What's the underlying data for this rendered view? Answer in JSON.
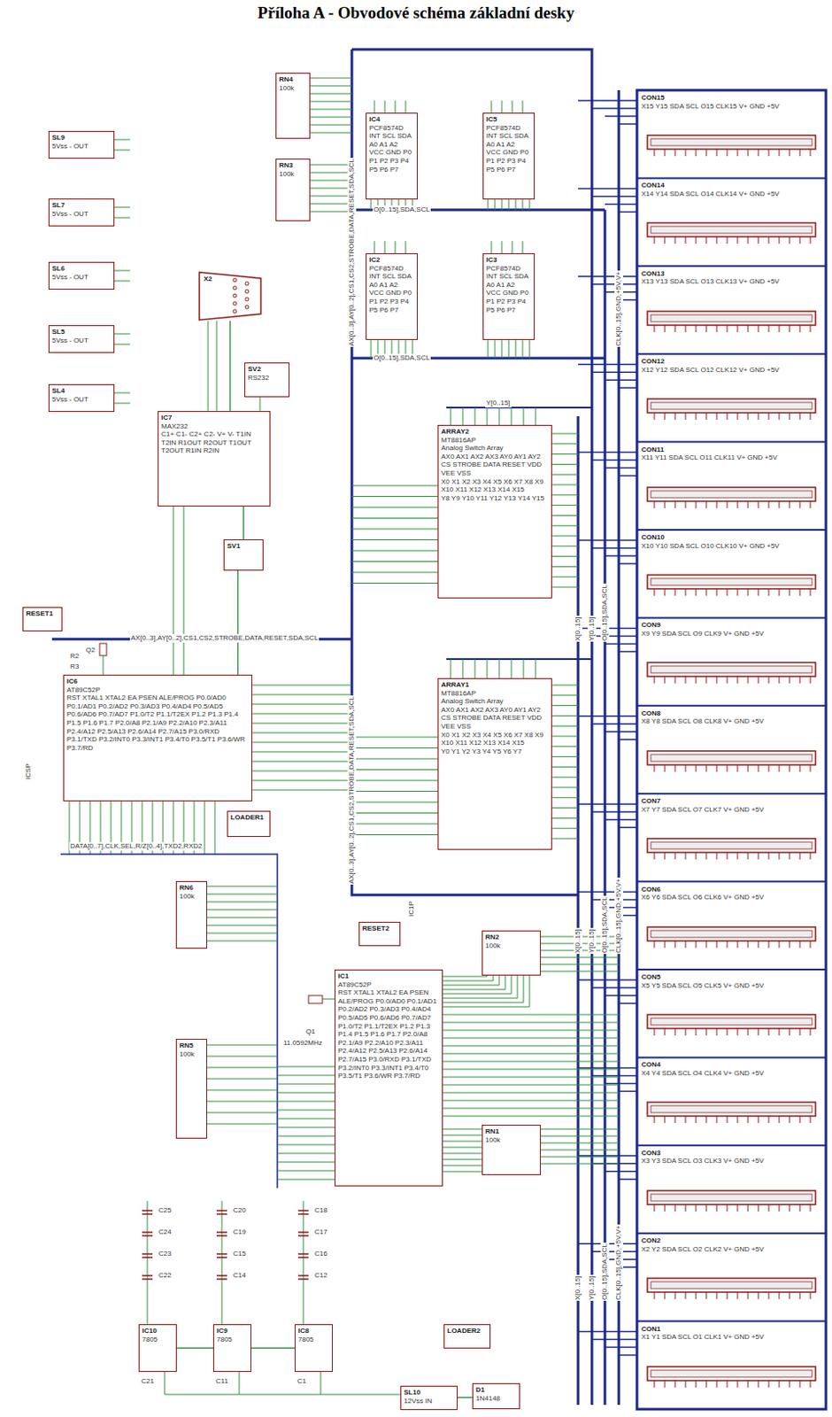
{
  "diagram": {
    "title": "Příloha A - Obvodové schéma základní desky",
    "nodes": [
      {
        "text": [
          "RN4",
          "100k"
        ]
      },
      {
        "text": [
          "RN3",
          "100k"
        ]
      },
      {
        "text": [
          "SL9",
          "5Vss - OUT"
        ]
      },
      {
        "text": [
          "SL7",
          "5Vss - OUT"
        ]
      },
      {
        "text": [
          "SL6",
          "5Vss - OUT"
        ]
      },
      {
        "text": [
          "SL5",
          "5Vss - OUT"
        ]
      },
      {
        "text": [
          "SL4",
          "5Vss - OUT"
        ]
      },
      {
        "text": [
          "IC4",
          "PCF8574D",
          "INT SCL SDA A0 A1 A2 VCC GND P0 P1 P2 P3 P4 P5 P6 P7"
        ]
      },
      {
        "text": [
          "IC5",
          "PCF8574D",
          "INT SCL SDA A0 A1 A2 VCC GND P0 P1 P2 P3 P4 P5 P6 P7"
        ]
      },
      {
        "text": [
          "IC2",
          "PCF8574D",
          "INT SCL SDA A0 A1 A2 VCC GND P0 P1 P2 P3 P4 P5 P6 P7"
        ]
      },
      {
        "text": [
          "IC3",
          "PCF8574D",
          "INT SCL SDA A0 A1 A2 VCC GND P0 P1 P2 P3 P4 P5 P6 P7"
        ]
      },
      {
        "text": [
          "X2"
        ]
      },
      {
        "text": [
          "SV2",
          "RS232"
        ]
      },
      {
        "text": [
          "IC7",
          "MAX232",
          "C1+ C1- C2+ C2- V+ V- T1IN T2IN R1OUT R2OUT T1OUT T2OUT R1IN R2IN"
        ]
      },
      {
        "text": [
          "SV1"
        ]
      },
      {
        "text": [
          "ARRAY2",
          "MT8816AP",
          "Analog Switch Array",
          "AX0 AX1 AX2 AX3 AY0 AY1 AY2 CS STROBE DATA RESET VDD VEE VSS",
          "X0 X1 X2 X3 X4 X5 X6 X7 X8 X9 X10 X11 X12 X13 X14 X15",
          "Y8 Y9 Y10 Y11 Y12 Y13 Y14 Y15"
        ]
      },
      {
        "text": [
          "RESET1"
        ]
      },
      {
        "text": [
          "IC6",
          "AT89C52P",
          "RST XTAL1 XTAL2 EA PSEN ALE/PROG P0.0/AD0 P0.1/AD1 P0.2/AD2 P0.3/AD3 P0.4/AD4 P0.5/AD5 P0.6/AD6 P0.7/AD7 P1.0/T2 P1.1/T2EX P1.2 P1.3 P1.4 P1.5 P1.6 P1.7 P2.0/A8 P2.1/A9 P2.2/A10 P2.3/A11 P2.4/A12 P2.5/A13 P2.6/A14 P2.7/A15 P3.0/RXD P3.1/TXD P3.2/INT0 P3.3/INT1 P3.4/T0 P3.5/T1 P3.6/WR P3.7/RD"
        ]
      },
      {
        "text": [
          "ARRAY1",
          "MT8816AP",
          "Analog Switch Array",
          "AX0 AX1 AX2 AX3 AY0 AY1 AY2 CS STROBE DATA RESET VDD VEE VSS",
          "X0 X1 X2 X3 X4 X5 X6 X7 X8 X9 X10 X11 X12 X13 X14 X15",
          "Y0 Y1 Y2 Y3 Y4 Y5 Y6 Y7"
        ]
      },
      {
        "text": [
          "LOADER1"
        ]
      },
      {
        "text": [
          "RN6",
          "100k"
        ]
      },
      {
        "text": [
          "RESET2"
        ]
      },
      {
        "text": [
          "IC1",
          "AT89C52P",
          "RST XTAL1 XTAL2 EA PSEN ALE/PROG P0.0/AD0 P0.1/AD1 P0.2/AD2 P0.3/AD3 P0.4/AD4 P0.5/AD5 P0.6/AD6 P0.7/AD7 P1.0/T2 P1.1/T2EX P1.2 P1.3 P1.4 P1.5 P1.6 P1.7 P2.0/A8 P2.1/A9 P2.2/A10 P2.3/A11 P2.4/A12 P2.5/A13 P2.6/A14 P2.7/A15 P3.0/RXD P3.1/TXD P3.2/INT0 P3.3/INT1 P3.4/T0 P3.5/T1 P3.6/WR P3.7/RD"
        ]
      },
      {
        "text": [
          "RN2",
          "100k"
        ]
      },
      {
        "text": [
          "RN5",
          "100k"
        ]
      },
      {
        "text": [
          "RN1",
          "100k"
        ]
      },
      {
        "text": [
          "IC10",
          "7805"
        ]
      },
      {
        "text": [
          "IC9",
          "7805"
        ]
      },
      {
        "text": [
          "IC8",
          "7805"
        ]
      },
      {
        "text": [
          "LOADER2"
        ]
      },
      {
        "text": [
          "SL10",
          "12Vss IN"
        ]
      },
      {
        "text": [
          "D1",
          "1N4148"
        ]
      },
      {
        "text": [
          "CON15",
          "X15 Y15 SDA SCL O15 CLK15 V+ GND +5V"
        ]
      },
      {
        "text": [
          "CON14",
          "X14 Y14 SDA SCL O14 CLK14 V+ GND +5V"
        ]
      },
      {
        "text": [
          "CON13",
          "X13 Y13 SDA SCL O13 CLK13 V+ GND +5V"
        ]
      },
      {
        "text": [
          "CON12",
          "X12 Y12 SDA SCL O12 CLK12 V+ GND +5V"
        ]
      },
      {
        "text": [
          "CON11",
          "X11 Y11 SDA SCL O11 CLK11 V+ GND +5V"
        ]
      },
      {
        "text": [
          "CON10",
          "X10 Y10 SDA SCL O10 CLK10 V+ GND +5V"
        ]
      },
      {
        "text": [
          "CON9",
          "X9 Y9 SDA SCL O9 CLK9 V+ GND +5V"
        ]
      },
      {
        "text": [
          "CON8",
          "X8 Y8 SDA SCL O8 CLK8 V+ GND +5V"
        ]
      },
      {
        "text": [
          "CON7",
          "X7 Y7 SDA SCL O7 CLK7 V+ GND +5V"
        ]
      },
      {
        "text": [
          "CON6",
          "X6 Y6 SDA SCL O6 CLK6 V+ GND +5V"
        ]
      },
      {
        "text": [
          "CON5",
          "X5 Y5 SDA SCL O5 CLK5 V+ GND +5V"
        ]
      },
      {
        "text": [
          "CON4",
          "X4 Y4 SDA SCL O4 CLK4 V+ GND +5V"
        ]
      },
      {
        "text": [
          "CON3",
          "X3 Y3 SDA SCL O3 CLK3 V+ GND +5V"
        ]
      },
      {
        "text": [
          "CON2",
          "X2 Y2 SDA SCL O2 CLK2 V+ GND +5V"
        ]
      },
      {
        "text": [
          "CON1",
          "X1 Y1 SDA SCL O1 CLK1 V+ GND +5V"
        ]
      }
    ],
    "edges": [
      {
        "from": 13,
        "to": 11,
        "arrow": "none"
      },
      {
        "from": 14,
        "to": 13,
        "arrow": "none"
      },
      {
        "from": 14,
        "to": 17,
        "arrow": "none"
      },
      {
        "from": 26,
        "to": 27,
        "arrow": "none"
      },
      {
        "from": 27,
        "to": 28,
        "arrow": "none"
      },
      {
        "from": 30,
        "to": 31,
        "arrow": "none"
      }
    ],
    "labels": [
      "X[0..15]",
      "Y[0..15]",
      "O[0..15],SDA,SCL",
      "CLK[0..15],GND,+5V,V+",
      "X[0..15]",
      "Y[0..15]",
      "O[0..15],SDA,SCL",
      "CLK[0..15],GND,+5V,V+",
      "X[0..15]",
      "Y[0..15]",
      "O[0..15],SDA,SCL",
      "CLK[0..15],GND,+5V,V+",
      "AX[0..3],AY[0..2],CS1,CS2,STROBE,DATA,RESET,SDA,SCL",
      "AX[0..3],AY[0..2],CS1,CS2,STROBE,DATA,RESET,SDA,SCL",
      "AX[0..3],AY[0..2],CS1,CS2,STROBE,DATA,RESET,SDA,SCL",
      "DATA[0..7],CLK,SEL,R/Z[0..4],TXD2,RXD2",
      "O[0..15],SDA,SCL",
      "O[0..15],SDA,SCL",
      "Y[0..15]",
      "ICSP",
      "IC1P",
      "Q2",
      "Q1",
      "11.0592MHz",
      "R2",
      "R3",
      "C25",
      "C24",
      "C23",
      "C22",
      "C20",
      "C19",
      "C15",
      "C14",
      "C18",
      "C17",
      "C16",
      "C12",
      "C21",
      "C11",
      "C1"
    ]
  }
}
